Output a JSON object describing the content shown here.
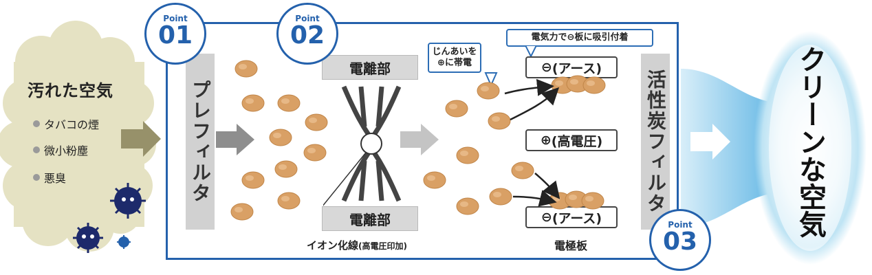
{
  "dirty_air": {
    "title": "汚れた空気",
    "items": [
      "タバコの煙",
      "微小粉塵",
      "悪臭"
    ]
  },
  "points": [
    {
      "label": "Point",
      "number": "01"
    },
    {
      "label": "Point",
      "number": "02"
    },
    {
      "label": "Point",
      "number": "03"
    }
  ],
  "pre_filter": "プレフィルタ",
  "ionizer": {
    "top_label": "電離部",
    "bottom_label": "電離部",
    "wire_label": "イオン化線",
    "wire_note": "(高電圧印加)"
  },
  "charge_note": {
    "line1": "じんあいを",
    "line2": "に帯電"
  },
  "attract_note": {
    "prefix": "電気力で",
    "suffix": "板に吸引付着"
  },
  "electrodes": {
    "top": "(アース)",
    "middle": "(高電圧)",
    "bottom": "(アース)",
    "label": "電極板"
  },
  "carbon_filter": "活性炭フィルタ",
  "clean_air": "クリーンな空気",
  "colors": {
    "frame_blue": "#2461ac",
    "cloud_fill": "#e5e2c3",
    "dust": "#d9a065",
    "glow": "#bfe4f4"
  }
}
